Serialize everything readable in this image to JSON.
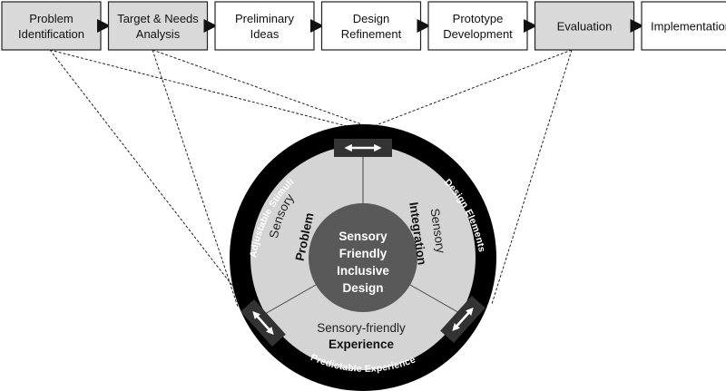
{
  "process": {
    "steps": [
      {
        "lines": [
          "Problem",
          "Identification"
        ],
        "highlight": true
      },
      {
        "lines": [
          "Target & Needs",
          "Analysis"
        ],
        "highlight": true
      },
      {
        "lines": [
          "Preliminary",
          "Ideas"
        ],
        "highlight": false
      },
      {
        "lines": [
          "Design",
          "Refinement"
        ],
        "highlight": false
      },
      {
        "lines": [
          "Prototype",
          "Development"
        ],
        "highlight": false
      },
      {
        "lines": [
          "Evaluation"
        ],
        "highlight": true
      },
      {
        "lines": [
          "Implementation"
        ],
        "highlight": false
      }
    ]
  },
  "outer_ring": {
    "left": "Adjustable Stimuli",
    "right": "Design Elements",
    "bottom": "Predictable Experience"
  },
  "middle_ring": {
    "left": {
      "light": "Sensory",
      "bold": "Problem"
    },
    "right": {
      "light": "Sensory",
      "bold": "Integration"
    },
    "bottom": {
      "light": "Sensory-friendly",
      "bold": "Experience"
    }
  },
  "core": {
    "lines": [
      "Sensory",
      "Friendly",
      "Inclusive",
      "Design"
    ]
  },
  "colors": {
    "highlight_box": "#d9d9d9",
    "plain_box": "#ffffff",
    "outer_ring": "#000000",
    "middle_ring": "#d4d4d4",
    "core": "#595959",
    "arrow_badge": "#333333"
  },
  "icons": [
    "double-arrow-icon",
    "arrow-right-icon"
  ]
}
